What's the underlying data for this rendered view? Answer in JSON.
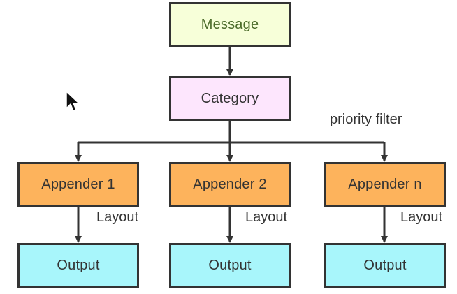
{
  "nodes": {
    "message": {
      "label": "Message"
    },
    "category": {
      "label": "Category"
    },
    "appender_1": {
      "label": "Appender 1"
    },
    "appender_2": {
      "label": "Appender 2"
    },
    "appender_n": {
      "label": "Appender n"
    },
    "output_1": {
      "label": "Output"
    },
    "output_2": {
      "label": "Output"
    },
    "output_n": {
      "label": "Output"
    }
  },
  "edge_labels": {
    "priority_filter": "priority filter",
    "layout_1": "Layout",
    "layout_2": "Layout",
    "layout_n": "Layout"
  },
  "colors": {
    "message_fill": "#f7ffd9",
    "message_text": "#4b6b2a",
    "category_fill": "#fde6fd",
    "appender_fill": "#fdb35c",
    "output_fill": "#a8f6fb",
    "stroke": "#333333"
  },
  "icons": {
    "cursor": "mouse-pointer-icon"
  }
}
